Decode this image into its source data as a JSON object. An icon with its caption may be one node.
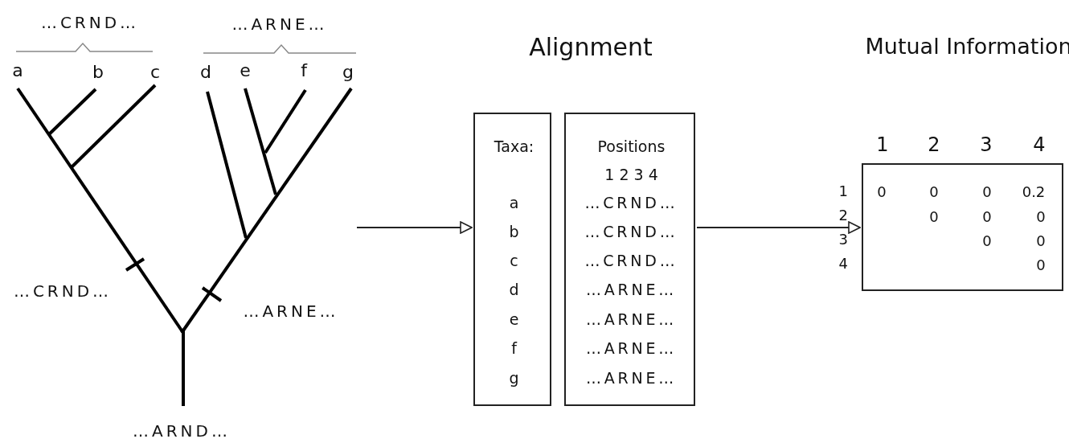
{
  "diagram": {
    "nodes": [
      {
        "text": [],
        "shape": "picture"
      },
      {
        "text": [
          "Taxa:",
          "a",
          "b",
          "c",
          "d",
          "e",
          "f",
          "g"
        ]
      },
      {
        "text": [
          "Positions",
          "1 2 3 4",
          "…CRND…",
          "…CRND…",
          "…CRND…",
          "…ARNE…",
          "…ARNE…",
          "…ARNE…",
          "…ARNE…"
        ]
      },
      {
        "text": [
          "0",
          "0",
          "0",
          "0.2",
          "0",
          "0",
          "0",
          "0",
          "0",
          "0"
        ]
      }
    ],
    "edges": [
      {
        "from": 0,
        "to": 1,
        "arrow": "to"
      },
      {
        "from": 2,
        "to": 3,
        "arrow": "to"
      }
    ],
    "labels": [
      "…CRND…",
      "…ARNE…",
      "Alignment",
      "Mutual Information",
      "a",
      "b",
      "c",
      "d",
      "e",
      "f",
      "g",
      "1",
      "2",
      "3",
      "4",
      "1",
      "2",
      "3",
      "4",
      "…CRND…",
      "…ARNE…",
      "…ARND…"
    ]
  }
}
